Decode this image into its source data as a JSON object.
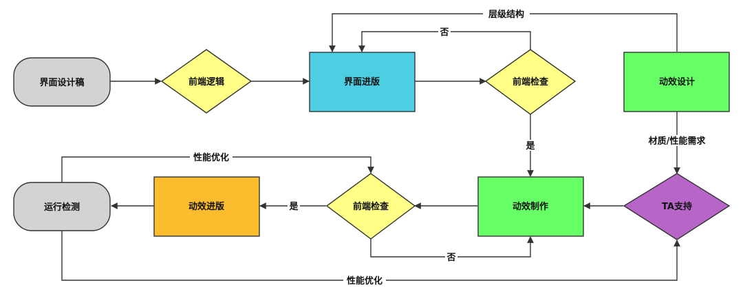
{
  "nodes": {
    "design_draft": "界面设计稿",
    "frontend_logic": "前端逻辑",
    "ui_build": "界面进版",
    "frontend_check_top": "前端检查",
    "motion_design": "动效设计",
    "ta_support": "TA支持",
    "motion_production": "动效制作",
    "frontend_check_bottom": "前端检查",
    "motion_build": "动效进版",
    "runtime_test": "运行检测"
  },
  "edges": {
    "hierarchy": "层级结构",
    "no_top": "否",
    "yes_top": "是",
    "material_perf": "材质/性能需求",
    "perf_opt_top": "性能优化",
    "yes_bottom": "是",
    "no_bottom": "否",
    "perf_opt_bottom": "性能优化"
  },
  "colors": {
    "gray": "#d3d3d3",
    "yellow": "#ffff88",
    "cyan": "#4ccfe3",
    "green": "#66ff66",
    "purple": "#b865c8",
    "orange": "#fbbd2d"
  }
}
